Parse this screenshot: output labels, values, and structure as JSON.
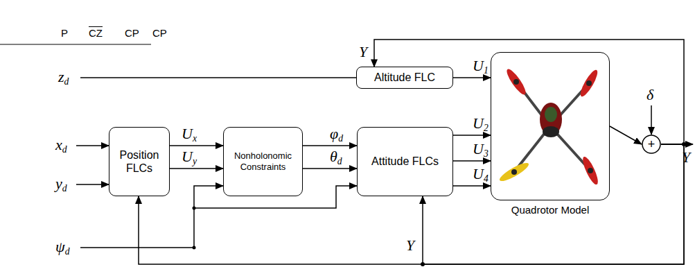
{
  "diagram": {
    "nodes": [
      {
        "text": [
          "Altitude FLC"
        ]
      },
      {
        "text": [
          "Position FLCs"
        ]
      },
      {
        "text": [
          "Nonholonomic Constraints"
        ]
      },
      {
        "text": [
          "Attitude FLCs"
        ]
      },
      {
        "text": [
          "Quadrotor Model"
        ]
      },
      {
        "text": [
          "+"
        ]
      }
    ],
    "edges": [
      {
        "from": 1,
        "to": 2,
        "label": "Ux",
        "arrow": "to"
      },
      {
        "from": 1,
        "to": 2,
        "label": "Uy",
        "arrow": "to"
      },
      {
        "from": 2,
        "to": 3,
        "label": "φd",
        "arrow": "to"
      },
      {
        "from": 2,
        "to": 3,
        "label": "θd",
        "arrow": "to"
      },
      {
        "from": 0,
        "to": 4,
        "label": "U1",
        "arrow": "to"
      },
      {
        "from": 3,
        "to": 4,
        "label": "U2",
        "arrow": "to"
      },
      {
        "from": 3,
        "to": 4,
        "label": "U3",
        "arrow": "to"
      },
      {
        "from": 3,
        "to": 4,
        "label": "U4",
        "arrow": "to"
      },
      {
        "from": 4,
        "to": 5,
        "arrow": "to"
      },
      {
        "from": 5,
        "to": 0,
        "label": "Y",
        "arrow": "to"
      },
      {
        "from": 5,
        "to": 3,
        "label": "Y",
        "arrow": "to"
      },
      {
        "from": 5,
        "to": 1,
        "arrow": "to"
      }
    ],
    "labels": [
      "P",
      "CZ",
      "CP",
      "CP",
      "zd",
      "xd",
      "yd",
      "ψd",
      "δ",
      "Y"
    ]
  }
}
